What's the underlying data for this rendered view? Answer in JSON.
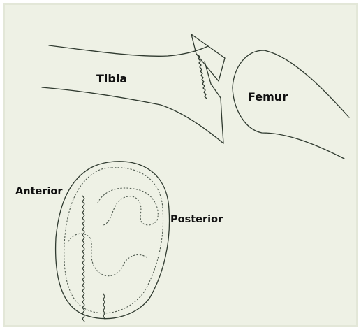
{
  "labels": {
    "tibia": "Tibia",
    "femur": "Femur",
    "anterior": "Anterior",
    "posterior": "Posterior"
  },
  "colors": {
    "paper": "#eef1e5",
    "ink": "#2f3a2f",
    "dotted": "#4f5a4f",
    "frame": "#ffffff"
  }
}
